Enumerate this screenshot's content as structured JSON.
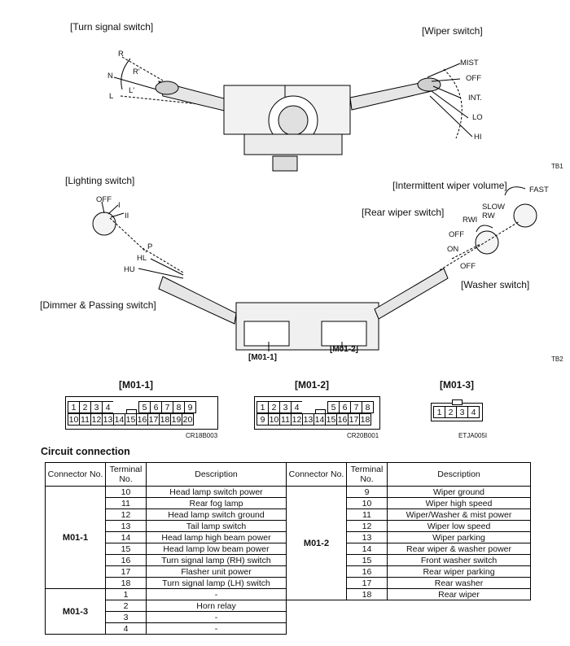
{
  "top_labels": {
    "turn_signal_switch": "[Turn signal switch]",
    "wiper_switch": "[Wiper switch]",
    "lighting_switch": "[Lighting switch]",
    "intermittent_wiper_volume": "[Intermittent wiper volume]",
    "rear_wiper_switch": "[Rear wiper switch]",
    "washer_switch": "[Washer switch]",
    "dimmer_passing_switch": "[Dimmer & Passing switch]"
  },
  "turn_positions": [
    "R",
    "R'",
    "N",
    "L'",
    "L"
  ],
  "wiper_positions": [
    "MIST",
    "OFF",
    "INT.",
    "LO",
    "HI"
  ],
  "lighting_positions": [
    "OFF",
    "I",
    "II"
  ],
  "dimmer_positions": [
    "P",
    "HL",
    "HU"
  ],
  "volume_positions": [
    "SLOW",
    "FAST"
  ],
  "rear_wiper_positions": [
    "RWI",
    "RW",
    "OFF",
    "ON"
  ],
  "washer_position": "OFF",
  "figure_codes": {
    "tb1": "TB1",
    "tb2": "TB2"
  },
  "connector_callouts": {
    "m01_1": "[M01-1]",
    "m01_2": "[M01-2]"
  },
  "connectors": [
    {
      "title": "[M01-1]",
      "top": [
        "1",
        "2",
        "3",
        "4",
        "",
        "5",
        "6",
        "7",
        "8",
        "9"
      ],
      "bottom": [
        "10",
        "11",
        "12",
        "13",
        "14",
        "15",
        "16",
        "17",
        "18",
        "19",
        "20"
      ],
      "code": "CR18B003"
    },
    {
      "title": "[M01-2]",
      "top": [
        "1",
        "2",
        "3",
        "4",
        "",
        "5",
        "6",
        "7",
        "8"
      ],
      "bottom": [
        "9",
        "10",
        "11",
        "12",
        "13",
        "14",
        "15",
        "16",
        "17",
        "18"
      ],
      "code": "CR20B001"
    },
    {
      "title": "[M01-3]",
      "top": [
        "1",
        "2",
        "3",
        "4"
      ],
      "code": "ETJA005I"
    }
  ],
  "circuit": {
    "heading": "Circuit connection",
    "headers": {
      "connector": "Connector No.",
      "terminal": "Terminal No.",
      "description": "Description"
    },
    "left_blocks": [
      {
        "connector": "M01-1",
        "rows": [
          [
            "10",
            "Head lamp switch power"
          ],
          [
            "11",
            "Rear fog lamp"
          ],
          [
            "12",
            "Head lamp switch ground"
          ],
          [
            "13",
            "Tail lamp switch"
          ],
          [
            "14",
            "Head lamp high beam power"
          ],
          [
            "15",
            "Head lamp low beam power"
          ],
          [
            "16",
            "Turn signal lamp (RH) switch"
          ],
          [
            "17",
            "Flasher unit power"
          ],
          [
            "18",
            "Turn signal lamp (LH) switch"
          ]
        ]
      },
      {
        "connector": "M01-3",
        "rows": [
          [
            "1",
            "-"
          ],
          [
            "2",
            "Horn relay"
          ],
          [
            "3",
            "-"
          ],
          [
            "4",
            "-"
          ]
        ]
      }
    ],
    "right_blocks": [
      {
        "connector": "M01-2",
        "rows": [
          [
            "9",
            "Wiper ground"
          ],
          [
            "10",
            "Wiper high speed"
          ],
          [
            "11",
            "Wiper/Washer & mist power"
          ],
          [
            "12",
            "Wiper low speed"
          ],
          [
            "13",
            "Wiper parking"
          ],
          [
            "14",
            "Rear wiper & washer power"
          ],
          [
            "15",
            "Front washer switch"
          ],
          [
            "16",
            "Rear wiper parking"
          ],
          [
            "17",
            "Rear washer"
          ],
          [
            "18",
            "Rear wiper"
          ]
        ]
      }
    ]
  }
}
